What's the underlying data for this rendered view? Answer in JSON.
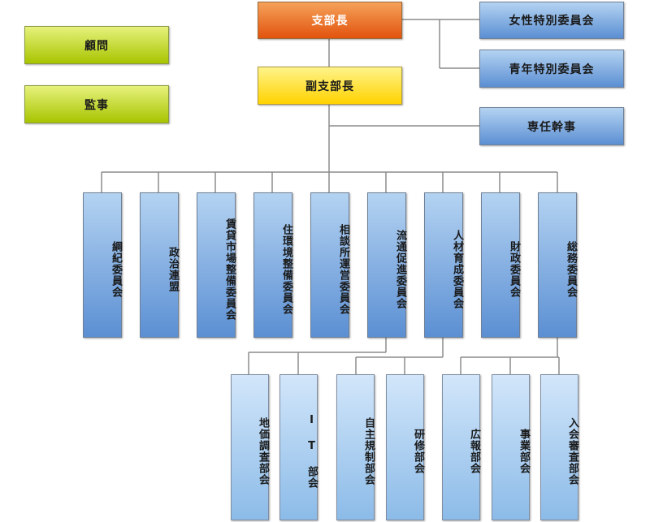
{
  "chief": "支部長",
  "vice_chief": "副支部長",
  "advisors": [
    "顧問",
    "監事"
  ],
  "special_committees": [
    "女性特別委員会",
    "青年特別委員会"
  ],
  "secretary": "専任幹事",
  "committees": [
    "綱紀委員会",
    "政治連盟",
    "賃貸市場整備委員会",
    "住環境整備委員会",
    "相談所運営委員会",
    "流通促進委員会",
    "人材育成委員会",
    "財政委員会",
    "総務委員会"
  ],
  "sub_departments": {
    "流通促進委員会": [
      "地価調査部会",
      "IT部会"
    ],
    "人材育成委員会": [
      "自主規制部会",
      "研修部会"
    ],
    "総務委員会": [
      "広報部会",
      "事業部会",
      "入会審査部会"
    ]
  },
  "sub_labels": [
    "地価調査部会",
    "I T 部会",
    "自主規制部会",
    "研修部会",
    "広報部会",
    "事業部会",
    "入会審査部会"
  ]
}
